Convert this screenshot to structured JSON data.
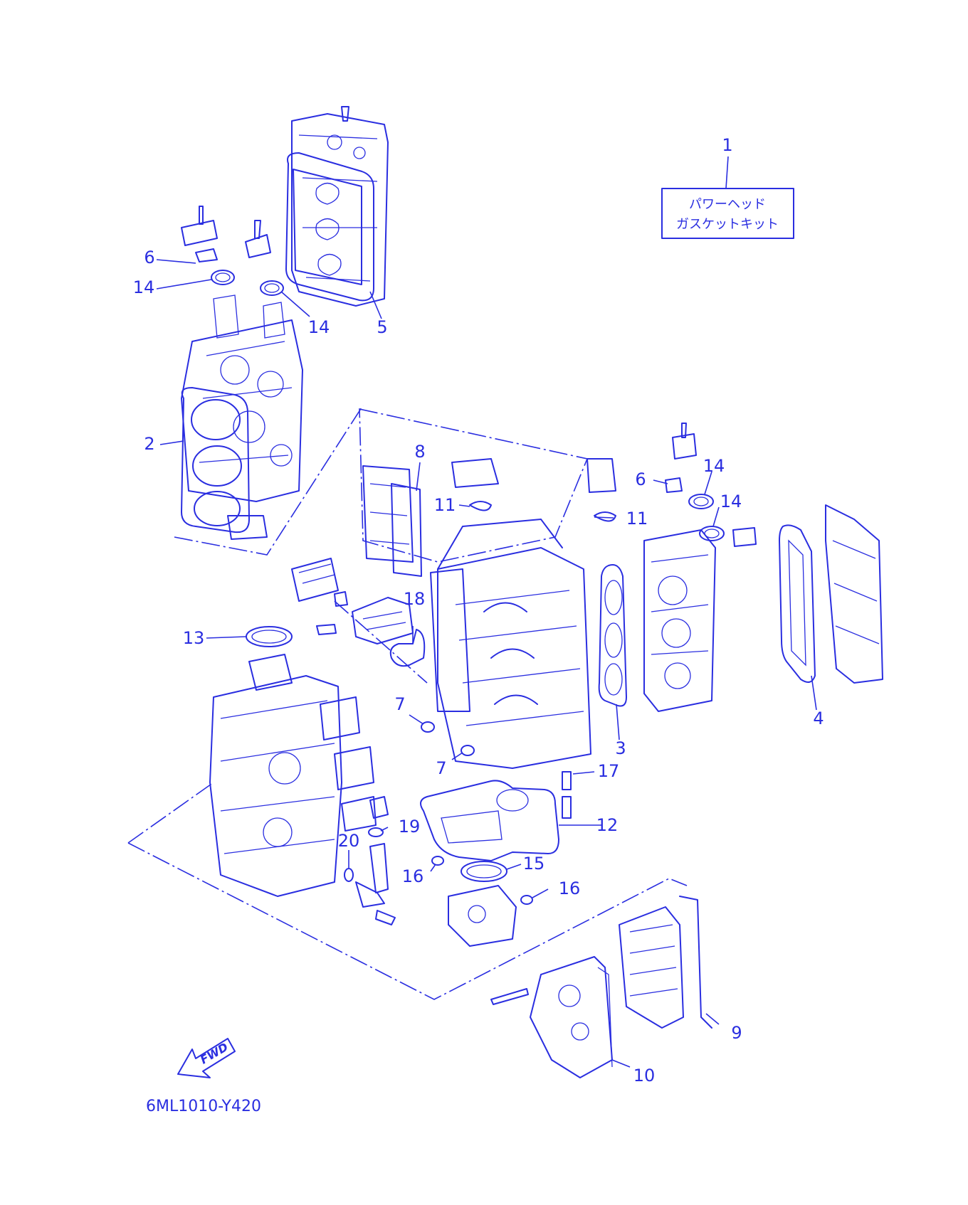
{
  "kit_label": {
    "line1": "パワーヘッド",
    "line2": "ガスケットキット"
  },
  "fwd_arrow": "FWD",
  "diagram_code": "6ML1010-Y420",
  "callouts": [
    "1",
    "2",
    "3",
    "4",
    "5",
    "6",
    "6",
    "7",
    "7",
    "8",
    "9",
    "10",
    "11",
    "11",
    "12",
    "13",
    "14",
    "14",
    "14",
    "14",
    "15",
    "16",
    "16",
    "17",
    "18",
    "19",
    "20"
  ],
  "colors": {
    "line": "#2a2ee0",
    "background": "#ffffff"
  }
}
